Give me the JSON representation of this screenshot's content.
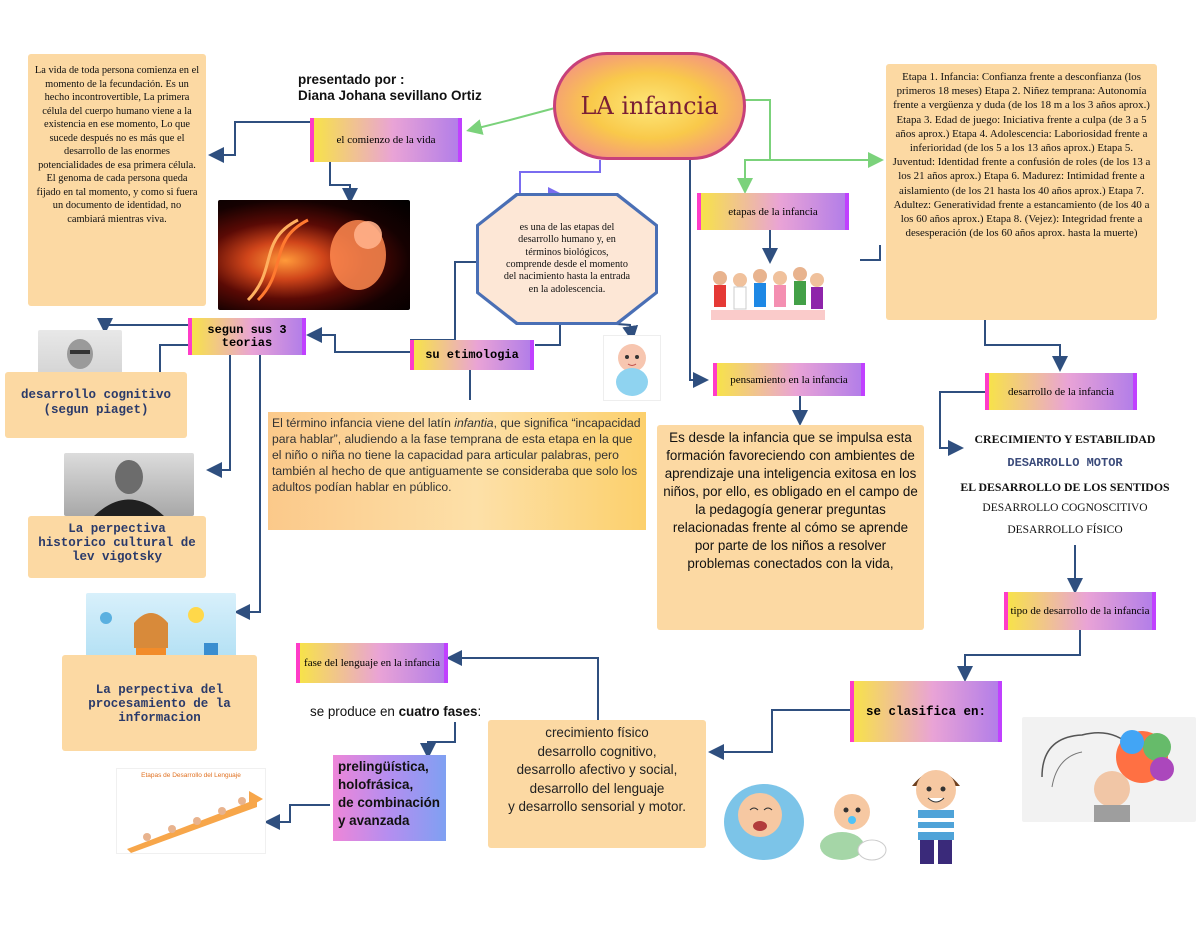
{
  "title": "LA infancia",
  "presenter": "presentado por :\nDiana Johana sevillano Ortiz",
  "nodes": {
    "comienzo": "el comienzo de la vida",
    "comienzo_text": "La vida de toda persona comienza en el momento de la fecundación. Es un hecho incontrovertible, La primera célula del cuerpo humano viene a la existencia en ese momento, Lo que sucede después no es más que el desarrollo de las enormes potencialidades de esa primera célula. El genoma de cada persona queda fijado en tal momento, y como si fuera un documento de identidad, no cambiará mientras viva.",
    "definicion": "es una de las etapas del desarrollo humano y, en términos biológicos, comprende desde el momento del nacimiento hasta la entrada en la adolescencia.",
    "etimologia": "su etimologia",
    "etimologia_text_1": "El término infancia viene del latín ",
    "etimologia_text_italic": "infantia",
    "etimologia_text_2": ", que significa “incapacidad para hablar”, aludiendo a la fase temprana de esta etapa en la que el niño o niña no tiene la capacidad para articular palabras, pero también al hecho de que antiguamente se consideraba que solo los adultos podían hablar en público.",
    "teorias": "segun sus 3 teorias",
    "teoria_1": "desarrollo cognitivo (segun piaget)",
    "teoria_2": "La perpectiva historico cultural de lev vigotsky",
    "teoria_3": "La perpectiva del procesamiento de la informacion",
    "etapas": "etapas de la infancia",
    "etapas_text": "Etapa 1. Infancia: Confianza frente a desconfianza (los primeros 18 meses) Etapa 2. Niñez temprana: Autonomía frente a vergüenza y duda (de los 18 m a los 3 años aprox.) Etapa 3. Edad de juego: Iniciativa frente a culpa (de 3 a 5 años aprox.) Etapa 4. Adolescencia: Laboriosidad frente a inferioridad (de los 5 a los 13 años aprox.) Etapa 5. Juventud: Identidad frente a confusión de roles (de los 13 a los 21 años aprox.) Etapa 6. Madurez: Intimidad frente a aislamiento (de los 21 hasta los 40 años aprox.) Etapa 7. Adultez: Generatividad frente a estancamiento (de los 40 a los 60 años aprox.) Etapa 8. (Vejez): Integridad frente a desesperación (de los 60 años aprox. hasta la muerte)",
    "pensamiento": "pensamiento en la infancia",
    "pensamiento_text": "Es desde la infancia que se impulsa esta formación favoreciendo  con ambientes de aprendizaje una inteligencia exitosa en los niños, por ello, es obligado en el campo de la pedagogía generar preguntas relacionadas frente al cómo se aprende por parte de los niños a resolver problemas conectados con la vida,",
    "desarrollo": "desarrollo de la infancia",
    "desarrollo_items": [
      "CRECIMIENTO Y ESTABILIDAD",
      "DESARROLLO MOTOR",
      "EL DESARROLLO DE LOS SENTIDOS",
      "DESARROLLO COGNOSCITIVO",
      "DESARROLLO FÍSICO"
    ],
    "tipo": "tipo de desarrollo de la infancia",
    "clasifica": "se clasifica en:",
    "clasifica_text": "crecimiento físico\ndesarrollo cognitivo,\ndesarrollo afectivo y social,\ndesarrollo del lenguaje\ny desarrollo sensorial y motor.",
    "lenguaje": "fase del lenguaje en la infancia",
    "fases_intro_1": "se produce en ",
    "fases_intro_bold": "cuatro fases",
    "fases_intro_2": ":",
    "fases_text": "prelingüística,\nholofrásica,\nde combinación\ny avanzada",
    "lenguaje_chart_title": "Etapas de Desarrollo del Lenguaje"
  },
  "colors": {
    "note": "#fcd9a3",
    "arrow_blue": "#2f4f7f",
    "arrow_green": "#7bd27b",
    "arrow_purple": "#7a6cf0",
    "pill_outline": "#e04b7a"
  },
  "icons": [
    "fetus-image",
    "piaget-photo",
    "vigotsky-photo",
    "girl-ideas-image",
    "baby-image",
    "children-group-image",
    "brain-child-image",
    "language-stages-image",
    "crying-baby-illustration",
    "crawling-baby-illustration",
    "boy-illustration"
  ]
}
